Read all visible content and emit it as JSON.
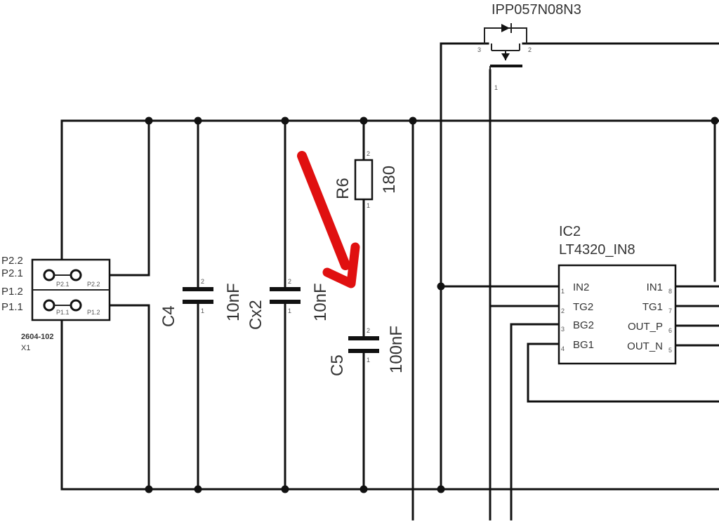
{
  "connector": {
    "pin_labels": [
      "P2.2",
      "P2.1",
      "P1.2",
      "P1.1"
    ],
    "pad_labels": [
      "P2.1",
      "P2.2",
      "P1.1",
      "P1.2"
    ],
    "part": "2604-102",
    "ref": "X1"
  },
  "c4": {
    "ref": "C4",
    "value": "10nF",
    "pin_top": "2",
    "pin_bottom": "1"
  },
  "cx2": {
    "ref": "Cx2",
    "value": "10nF",
    "pin_top": "2",
    "pin_bottom": "1"
  },
  "r6": {
    "ref": "R6",
    "value": "180",
    "pin_top": "2",
    "pin_bottom": "1"
  },
  "c5": {
    "ref": "C5",
    "value": "100nF",
    "pin_top": "2",
    "pin_bottom": "1"
  },
  "mosfet": {
    "part": "IPP057N08N3",
    "pins": [
      "3",
      "2",
      "1"
    ]
  },
  "ic2": {
    "ref": "IC2",
    "part": "LT4320_IN8",
    "left_pins": [
      {
        "name": "IN2",
        "num": "1"
      },
      {
        "name": "TG2",
        "num": "2"
      },
      {
        "name": "BG2",
        "num": "3"
      },
      {
        "name": "BG1",
        "num": "4"
      }
    ],
    "right_pins": [
      {
        "name": "IN1",
        "num": "8"
      },
      {
        "name": "TG1",
        "num": "7"
      },
      {
        "name": "OUT_P",
        "num": "6"
      },
      {
        "name": "OUT_N",
        "num": "5"
      }
    ]
  },
  "colors": {
    "wire": "#111111",
    "annotation_arrow": "#e01010",
    "background": "#ffffff"
  }
}
